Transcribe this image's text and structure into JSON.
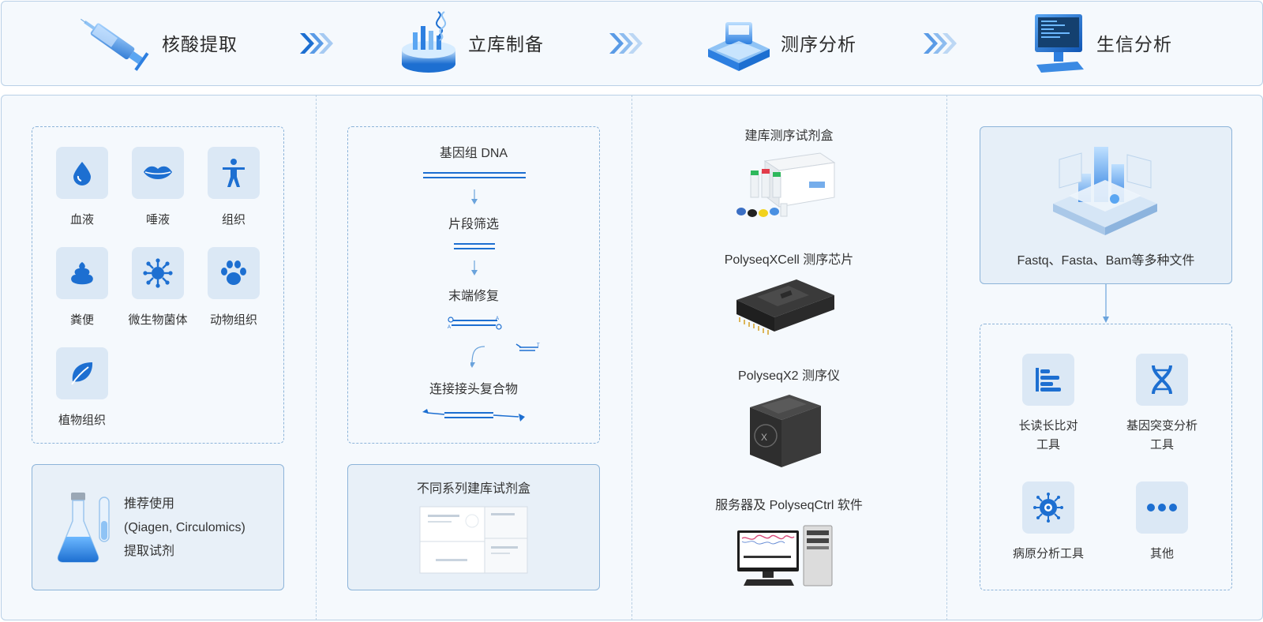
{
  "header": {
    "steps": [
      {
        "title": "核酸提取",
        "icon": "syringe-icon"
      },
      {
        "title": "立库制备",
        "icon": "dna-dish-icon"
      },
      {
        "title": "测序分析",
        "icon": "sequencer-icon"
      },
      {
        "title": "生信分析",
        "icon": "computer-icon"
      }
    ]
  },
  "extraction": {
    "samples": [
      {
        "label": "血液",
        "icon": "blood-drop-icon"
      },
      {
        "label": "唾液",
        "icon": "lips-icon"
      },
      {
        "label": "组织",
        "icon": "human-figure-icon"
      },
      {
        "label": "粪便",
        "icon": "stool-icon"
      },
      {
        "label": "微生物菌体",
        "icon": "microbe-icon"
      },
      {
        "label": "动物组织",
        "icon": "paw-icon"
      },
      {
        "label": "植物组织",
        "icon": "leaf-icon"
      }
    ],
    "recommend": {
      "line1": "推荐使用",
      "line2": "(Qiagen, Circulomics)",
      "line3": "提取试剂",
      "icon": "flask-icon"
    }
  },
  "library": {
    "steps": [
      "基因组 DNA",
      "片段筛选",
      "末端修复",
      "连接接头复合物"
    ],
    "kit_title": "不同系列建库试剂盒"
  },
  "sequencing": {
    "items": [
      {
        "label": "建库测序试剂盒",
        "icon": "reagent-kit-icon"
      },
      {
        "label": "PolyseqXCell 测序芯片",
        "icon": "chip-icon"
      },
      {
        "label": "PolyseqX2 测序仪",
        "icon": "sequencer-device-icon"
      },
      {
        "label": "服务器及 PolyseqCtrl 软件",
        "icon": "server-icon"
      }
    ]
  },
  "bioinfo": {
    "files_label": "Fastq、Fasta、Bam等多种文件",
    "tools": [
      {
        "label": "长读长比对\n工具",
        "icon": "alignment-icon"
      },
      {
        "label": "基因突变分析\n工具",
        "icon": "dna-helix-icon"
      },
      {
        "label": "病原分析工具",
        "icon": "virus-icon"
      },
      {
        "label": "其他",
        "icon": "more-icon"
      }
    ]
  },
  "colors": {
    "accent": "#1d6fd1",
    "light": "#dbe8f5",
    "border": "#8db4d9"
  }
}
